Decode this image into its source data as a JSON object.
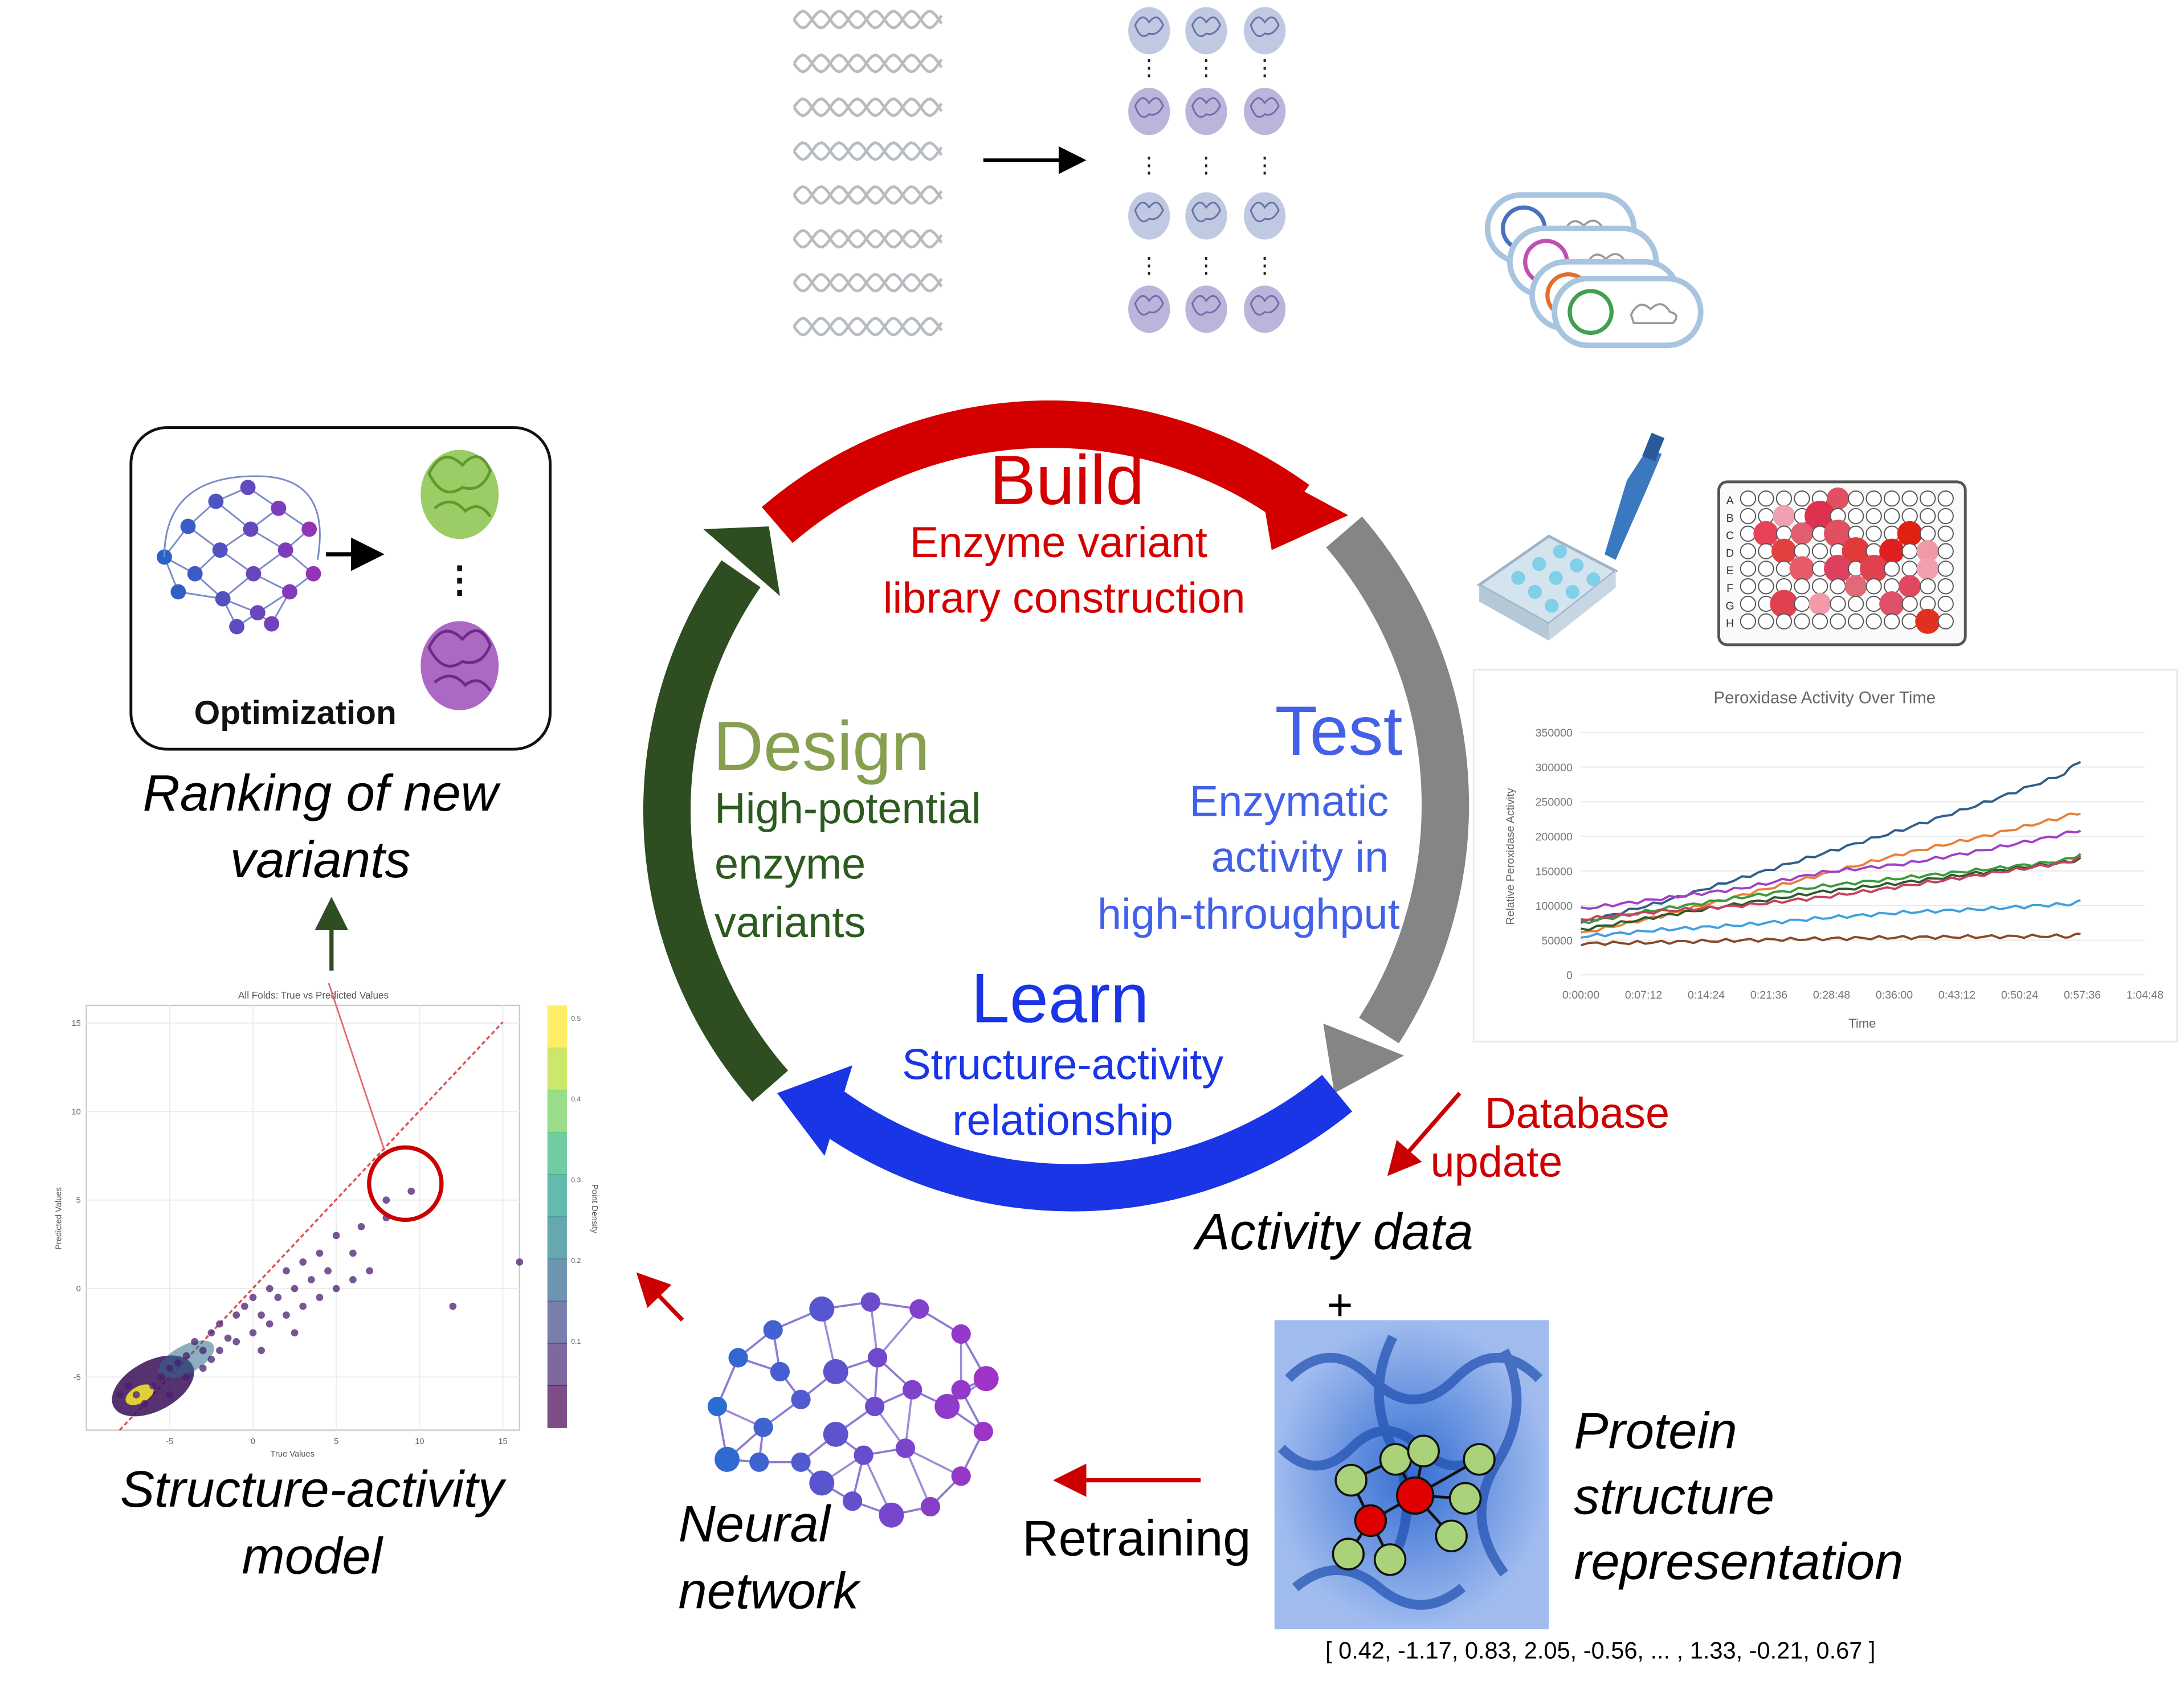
{
  "cycle": {
    "build": {
      "title": "Build",
      "line1": "Enzyme variant",
      "line2": "library construction"
    },
    "test": {
      "title": "Test",
      "line1": "Enzymatic",
      "line2": "activity in",
      "line3": "high-throughput"
    },
    "learn": {
      "title": "Learn",
      "line1": "Structure-activity",
      "line2": "relationship"
    },
    "design": {
      "title": "Design",
      "line1": "High-potential",
      "line2": "enzyme",
      "line3": "variants"
    }
  },
  "optimization": {
    "label": "Optimization",
    "caption1": "Ranking of new",
    "caption2": "variants"
  },
  "database_update": {
    "line1": "Database",
    "line2": "update"
  },
  "activity_data": {
    "label": "Activity data",
    "plus": "+"
  },
  "protein": {
    "line1": "Protein",
    "line2": "structure",
    "line3": "representation",
    "vector": "[ 0.42, -1.17, 0.83, 2.05, -0.56, ... , 1.33, -0.21, 0.67 ]"
  },
  "retraining": {
    "label": "Retraining"
  },
  "neural_network": {
    "line1": "Neural",
    "line2": "network"
  },
  "sar_model": {
    "line1": "Structure-activity",
    "line2": "model"
  },
  "plate": {
    "rows": [
      "A",
      "B",
      "C",
      "D",
      "E",
      "F",
      "G",
      "H"
    ]
  },
  "colors": {
    "build": "#d40000",
    "test_arrow": "#858585",
    "test_text": "#4361e8",
    "learn": "#1a35e6",
    "design_title": "#86a050",
    "design_text": "#2c5a1f",
    "design_arrow": "#2e4d21"
  },
  "chart_data": [
    {
      "type": "line",
      "title": "Peroxidase Activity Over Time",
      "xlabel": "Time",
      "ylabel": "Relative Peroxidase Activity",
      "x_ticks": [
        "0:00:00",
        "0:07:12",
        "0:14:24",
        "0:21:36",
        "0:28:48",
        "0:36:00",
        "0:43:12",
        "0:50:24",
        "0:57:36",
        "1:04:48"
      ],
      "y_ticks": [
        "0",
        "50000",
        "100000",
        "150000",
        "200000",
        "250000",
        "300000",
        "350000"
      ],
      "ylim": [
        0,
        350000
      ],
      "x": [
        0,
        10,
        20,
        30,
        40,
        50,
        60,
        62
      ],
      "series": [
        {
          "color": "#2f5f8a",
          "values": [
            75000,
            105000,
            140000,
            175000,
            210000,
            248000,
            290000,
            310000
          ]
        },
        {
          "color": "#e8803a",
          "values": [
            60000,
            85000,
            115000,
            145000,
            175000,
            200000,
            228000,
            235000
          ]
        },
        {
          "color": "#a040c8",
          "values": [
            95000,
            110000,
            125000,
            148000,
            160000,
            180000,
            203000,
            210000
          ]
        },
        {
          "color": "#3a9a3a",
          "values": [
            75000,
            95000,
            112000,
            128000,
            140000,
            152000,
            165000,
            175000
          ]
        },
        {
          "color": "#2e5a2e",
          "values": [
            65000,
            85000,
            103000,
            120000,
            133000,
            148000,
            162000,
            168000
          ]
        },
        {
          "color": "#c84060",
          "values": [
            80000,
            92000,
            100000,
            112000,
            128000,
            145000,
            162000,
            170000
          ]
        },
        {
          "color": "#40a0e0",
          "values": [
            55000,
            65000,
            72000,
            82000,
            90000,
            95000,
            102000,
            105000
          ]
        },
        {
          "color": "#8a4a2a",
          "values": [
            45000,
            47000,
            50000,
            52000,
            54000,
            55000,
            56000,
            57000
          ]
        }
      ]
    },
    {
      "type": "scatter",
      "title": "All Folds: True vs Predicted Values",
      "xlabel": "True Values",
      "ylabel": "Predicted Values",
      "colorbar_label": "Point Density",
      "x_ticks": [
        "-5",
        "0",
        "5",
        "10",
        "15"
      ],
      "y_ticks": [
        "-5",
        "0",
        "5",
        "10",
        "15"
      ],
      "colorbar_ticks": [
        "0.1",
        "0.2",
        "0.3",
        "0.4",
        "0.5"
      ],
      "xlim": [
        -10,
        16
      ],
      "ylim": [
        -8,
        16
      ],
      "points": [
        [
          -6,
          -5.5
        ],
        [
          -5.5,
          -5
        ],
        [
          -5,
          -4.5
        ],
        [
          -4.5,
          -4.2
        ],
        [
          -4,
          -3.8
        ],
        [
          -3.5,
          -3
        ],
        [
          -3,
          -3.5
        ],
        [
          -2.5,
          -2.5
        ],
        [
          -2,
          -2
        ],
        [
          -1.5,
          -2.8
        ],
        [
          -1,
          -1.5
        ],
        [
          -0.5,
          -1
        ],
        [
          0,
          -0.5
        ],
        [
          0.5,
          -1.5
        ],
        [
          1,
          0
        ],
        [
          1.5,
          -0.5
        ],
        [
          2,
          1
        ],
        [
          2.5,
          0
        ],
        [
          3,
          1.5
        ],
        [
          3.5,
          0.5
        ],
        [
          4,
          2
        ],
        [
          4.5,
          1
        ],
        [
          5,
          3
        ],
        [
          6,
          2
        ],
        [
          7,
          1
        ],
        [
          8,
          4
        ],
        [
          8,
          5
        ],
        [
          9.5,
          5.5
        ],
        [
          12,
          -1
        ],
        [
          16,
          1.5
        ],
        [
          -7,
          -6
        ],
        [
          -6.5,
          -6.5
        ],
        [
          -4,
          -5
        ],
        [
          -3,
          -4.5
        ],
        [
          -2,
          -3.5
        ],
        [
          -1,
          -3
        ],
        [
          0,
          -2.5
        ],
        [
          1,
          -2
        ],
        [
          2,
          -1.5
        ],
        [
          3,
          -1
        ],
        [
          4,
          -0.5
        ],
        [
          5,
          0
        ],
        [
          6,
          0.5
        ],
        [
          -8,
          -6
        ],
        [
          -7.5,
          -5.5
        ],
        [
          -5,
          -6
        ],
        [
          -2.5,
          -4
        ],
        [
          0.5,
          -3.5
        ],
        [
          2.5,
          -2.5
        ],
        [
          6.5,
          3.5
        ]
      ]
    }
  ]
}
